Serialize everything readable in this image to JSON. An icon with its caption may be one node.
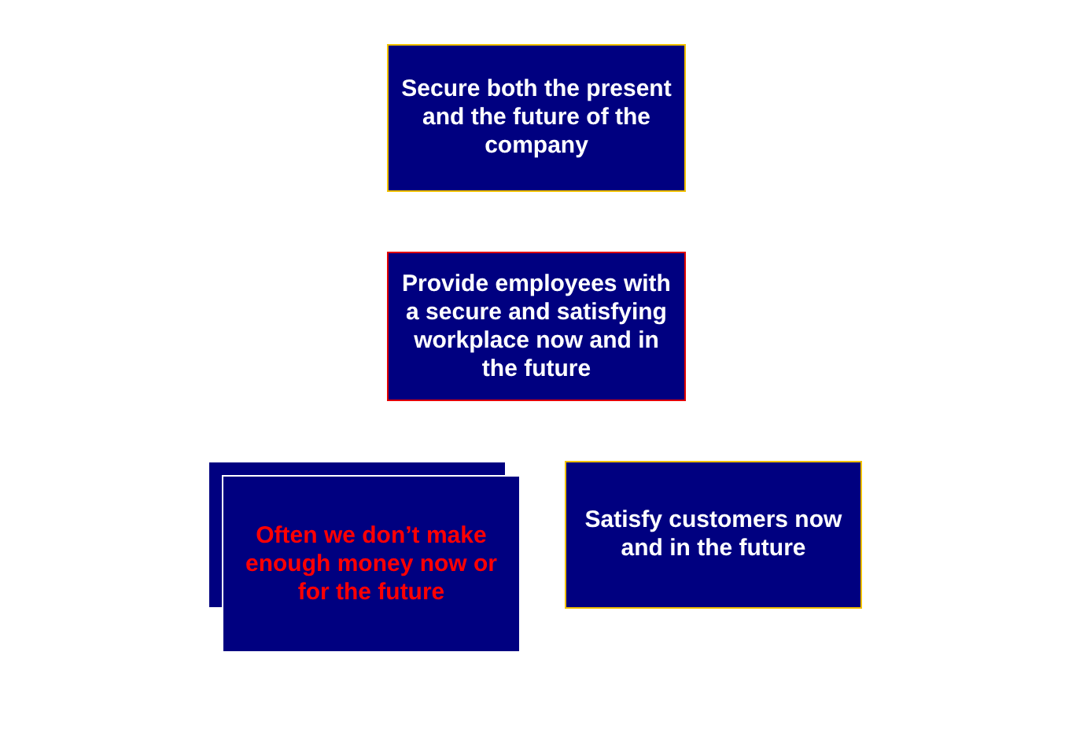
{
  "diagram": {
    "nodes": [
      {
        "text": [
          "Secure both the present and the future of the company"
        ]
      },
      {
        "text": [
          "Provide employees with a secure and satisfying workplace now and in the future"
        ]
      },
      {
        "text": [],
        "shape": "box"
      },
      {
        "text": [
          "Often we don’t make enough money now or for the future"
        ]
      },
      {
        "text": [
          "Satisfy customers now and in the future"
        ]
      }
    ]
  }
}
